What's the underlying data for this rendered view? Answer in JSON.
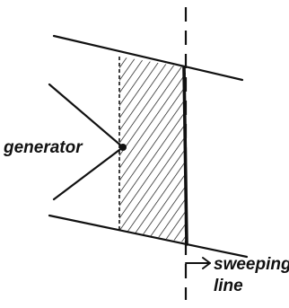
{
  "diagram": {
    "labels": {
      "generator": "generator",
      "sweeping_line_1": "sweeping",
      "sweeping_line_2": "line"
    },
    "colors": {
      "ink": "#111111",
      "background": "#ffffff"
    }
  }
}
